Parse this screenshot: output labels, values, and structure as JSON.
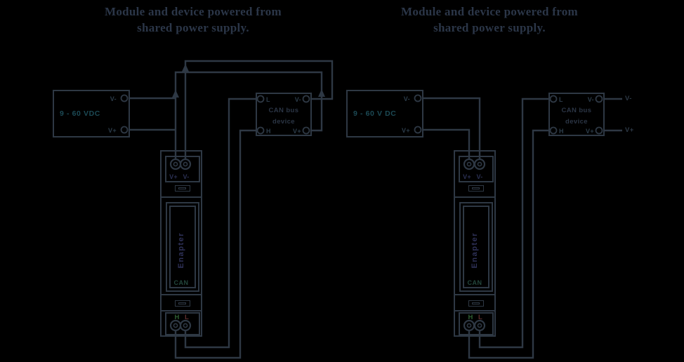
{
  "titles": {
    "left": {
      "line1": "Module and device powered from",
      "line2": "shared power supply."
    },
    "right": {
      "line1": "Module and device powered from",
      "line2": "shared power supply."
    }
  },
  "left": {
    "psu": {
      "label": "9 - 60 VDC",
      "neg_terminal": "V-",
      "pos_terminal": "V+"
    },
    "can_device": {
      "name_line1": "CAN bus",
      "name_line2": "device",
      "terminal_l": "L",
      "terminal_neg": "V-",
      "terminal_h": "H",
      "terminal_pos": "V+"
    },
    "module": {
      "brand": "Enapter",
      "port_label": "CAN",
      "terminal_pos": "V+",
      "terminal_neg": "V-",
      "terminal_h": "H",
      "terminal_l": "L"
    }
  },
  "right": {
    "psu": {
      "label": "9 - 60 V DC",
      "neg_terminal": "V-",
      "pos_terminal": "V+"
    },
    "can_device": {
      "name_line1": "CAN bus",
      "name_line2": "device",
      "terminal_l": "L",
      "terminal_neg": "V-",
      "terminal_h": "H",
      "terminal_pos": "V+"
    },
    "module": {
      "brand": "Enapter",
      "port_label": "CAN",
      "terminal_pos": "V+",
      "terminal_neg": "V-",
      "terminal_h": "H",
      "terminal_l": "L"
    },
    "rails": {
      "neg": "V-",
      "pos": "V+"
    }
  },
  "colors": {
    "background": "#000000",
    "wire": "#2e3844",
    "title_text": "#2b3648",
    "psu_text": "#1c4a55",
    "brand_text": "#2e3157",
    "can_port_text": "#23463c",
    "h_terminal_green": "#2e5e33",
    "l_terminal_red": "#5e2e2e"
  }
}
